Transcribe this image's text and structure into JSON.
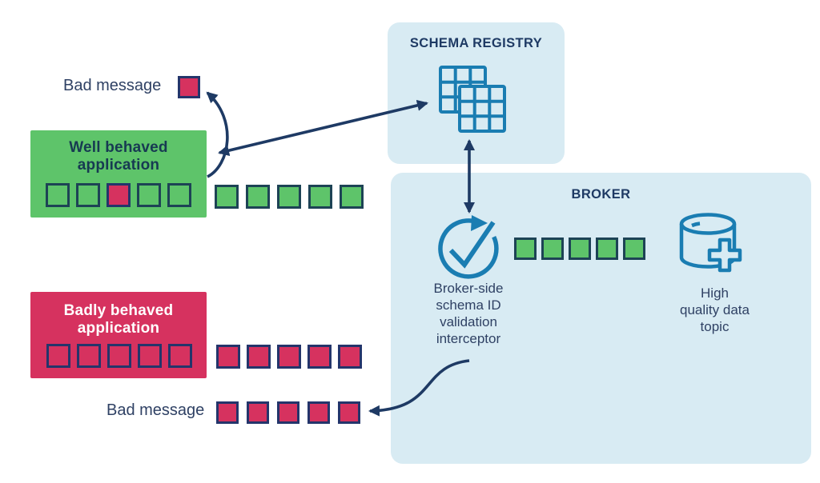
{
  "colors": {
    "lightblue": "#d8ebf3",
    "iconblue": "#1a7db2",
    "navy": "#1e3a64",
    "label": "#2f4164",
    "green": "#5ec46a",
    "green-text": "#173a52",
    "red": "#d6325f",
    "teal-border": "#1d4355",
    "red-border": "#24356b",
    "white-text": "#ffffff"
  },
  "schema_registry": {
    "title": "SCHEMA REGISTRY",
    "icon": "table-grid-icon"
  },
  "broker": {
    "title": "BROKER",
    "interceptor_label": "Broker-side\nschema ID\nvalidation\ninterceptor",
    "interceptor_icon": "check-cycle-icon",
    "topic_label": "High\nquality data\ntopic",
    "topic_icon": "database-plus-icon",
    "queue_squares": [
      "green",
      "green",
      "green",
      "green",
      "green"
    ]
  },
  "well_behaved": {
    "label": "Well behaved\napplication",
    "inside_squares": [
      "green",
      "green",
      "red",
      "green",
      "green"
    ],
    "outside_squares": [
      "green",
      "green",
      "green",
      "green",
      "green"
    ]
  },
  "badly_behaved": {
    "label": "Badly behaved\napplication",
    "inside_squares": [
      "red",
      "red",
      "red",
      "red",
      "red"
    ],
    "outside_squares": [
      "red",
      "red",
      "red",
      "red",
      "red"
    ]
  },
  "bad_message_top": {
    "label": "Bad message",
    "squares": [
      "red"
    ]
  },
  "bad_message_bottom": {
    "label": "Bad message",
    "squares": [
      "red",
      "red",
      "red",
      "red",
      "red"
    ]
  }
}
